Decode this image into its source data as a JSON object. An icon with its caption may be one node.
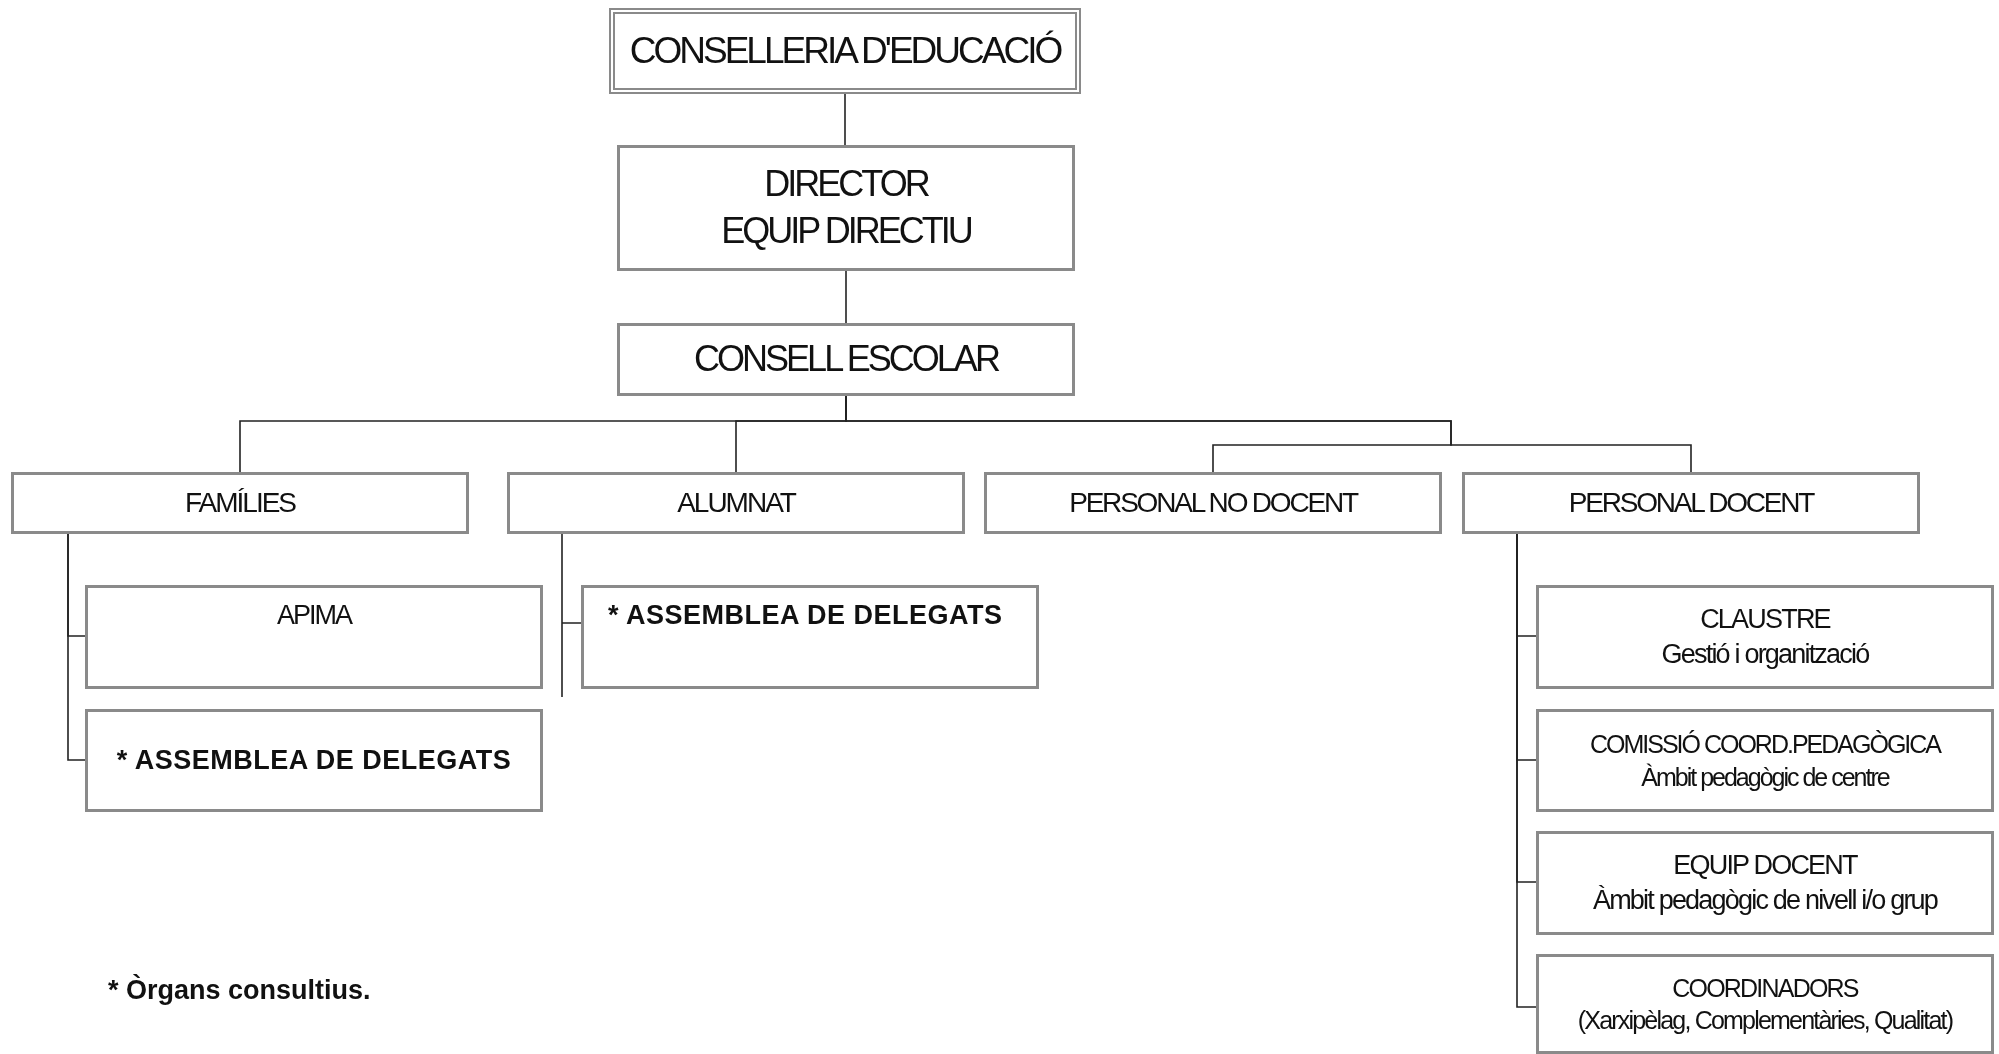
{
  "diagram": {
    "nodes": [
      {
        "text": [
          "CONSELLERIA D'EDUCACIÓ"
        ]
      },
      {
        "text": [
          "DIRECTOR",
          "EQUIP DIRECTIU"
        ]
      },
      {
        "text": [
          "CONSELL ESCOLAR"
        ]
      },
      {
        "text": [
          "FAMÍLIES"
        ]
      },
      {
        "text": [
          "ALUMNAT"
        ]
      },
      {
        "text": [
          "PERSONAL NO DOCENT"
        ]
      },
      {
        "text": [
          "PERSONAL DOCENT"
        ]
      },
      {
        "text": [
          "APIMA"
        ]
      },
      {
        "text": [
          "* ASSEMBLEA DE DELEGATS"
        ]
      },
      {
        "text": [
          "* ASSEMBLEA DE DELEGATS"
        ]
      },
      {
        "text": [
          "CLAUSTRE",
          "Gestió i organització"
        ]
      },
      {
        "text": [
          "COMISSIÓ COORD.PEDAGÒGICA",
          "Àmbit pedagògic de centre"
        ]
      },
      {
        "text": [
          "EQUIP DOCENT",
          "Àmbit pedagògic de nivell i/o grup"
        ]
      },
      {
        "text": [
          "COORDINADORS",
          "(Xarxipèlag, Complementàries, Qualitat)"
        ]
      }
    ],
    "edges": [
      {
        "from": 0,
        "to": 1,
        "arrow": "none"
      },
      {
        "from": 1,
        "to": 2,
        "arrow": "none"
      },
      {
        "from": 2,
        "to": 3,
        "arrow": "none"
      },
      {
        "from": 2,
        "to": 4,
        "arrow": "none"
      },
      {
        "from": 2,
        "to": 5,
        "arrow": "none"
      },
      {
        "from": 2,
        "to": 6,
        "arrow": "none"
      },
      {
        "from": 3,
        "to": 7,
        "arrow": "none"
      },
      {
        "from": 3,
        "to": 8,
        "arrow": "none"
      },
      {
        "from": 4,
        "to": 9,
        "arrow": "none"
      },
      {
        "from": 6,
        "to": 10,
        "arrow": "none"
      },
      {
        "from": 6,
        "to": 11,
        "arrow": "none"
      },
      {
        "from": 6,
        "to": 12,
        "arrow": "none"
      },
      {
        "from": 6,
        "to": 13,
        "arrow": "none"
      }
    ],
    "labels": [
      "* Òrgans consultius."
    ]
  }
}
